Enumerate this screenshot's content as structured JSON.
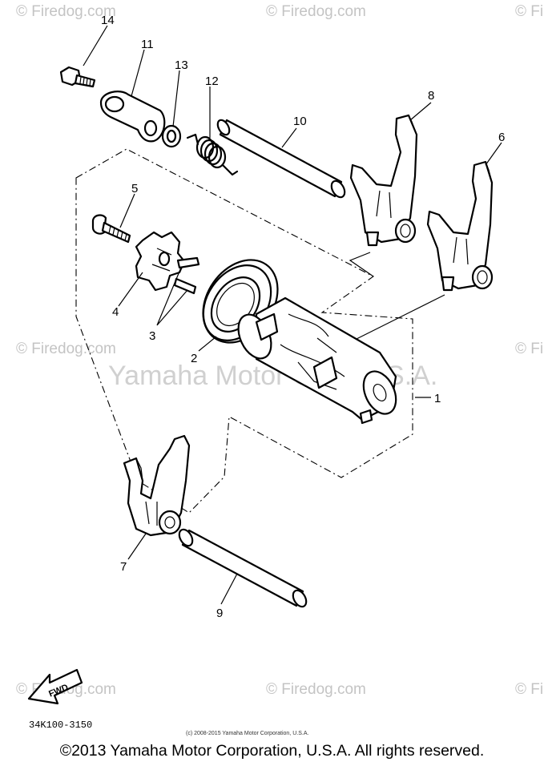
{
  "watermark": {
    "site": "© Firedog.com",
    "brand": "Yamaha Motor Corp U.S.A."
  },
  "callouts": [
    "1",
    "2",
    "3",
    "4",
    "5",
    "6",
    "7",
    "8",
    "9",
    "10",
    "11",
    "12",
    "13",
    "14"
  ],
  "fwd_label": "FWD",
  "diagram_code": "34K100-3150",
  "small_copyright": "(c) 2008-2015 Yamaha Motor Corporation, U.S.A.",
  "footer_copyright": "©2013 Yamaha Motor Corporation, U.S.A. All rights reserved."
}
